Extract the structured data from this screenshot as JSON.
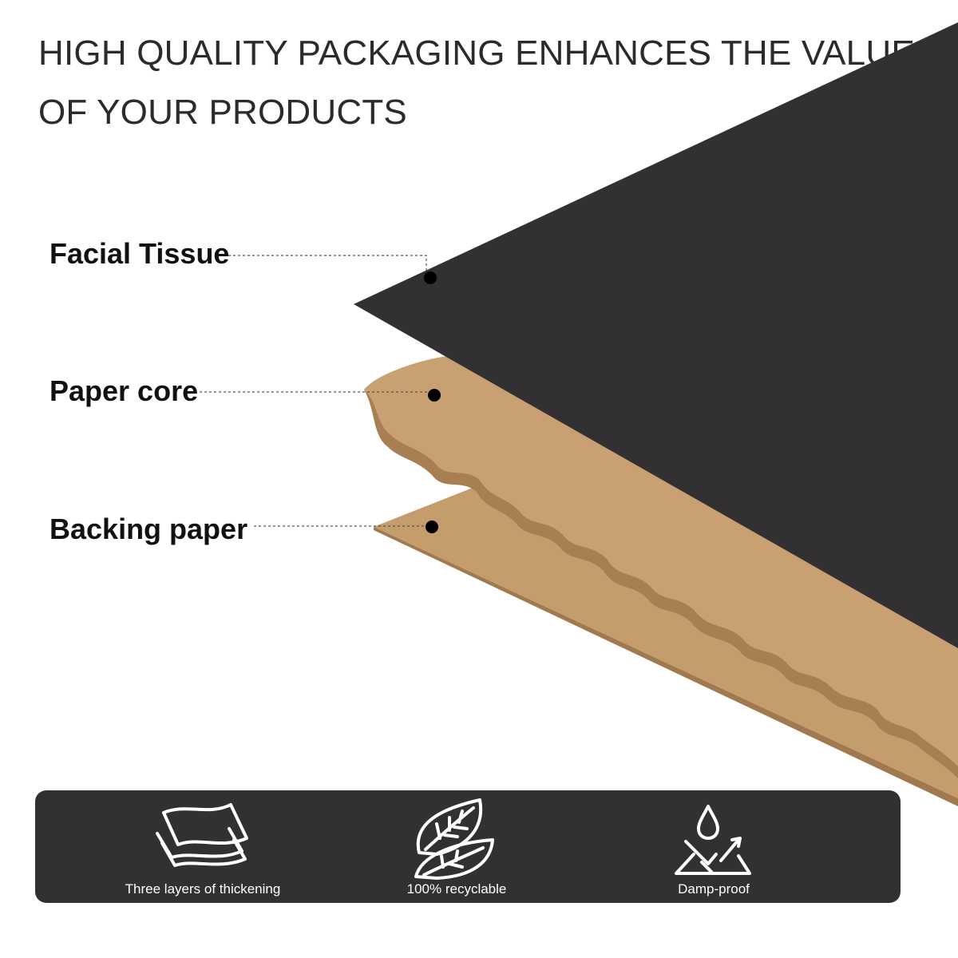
{
  "headline": "HIGH QUALITY PACKAGING ENHANCES THE VALUE OF YOUR PRODUCTS",
  "layers": {
    "facial_tissue": "Facial Tissue",
    "paper_core": "Paper core",
    "backing_paper": "Backing paper"
  },
  "colors": {
    "facial_tissue": "#323033",
    "kraft": "#c8a072",
    "kraft_shadow": "#a87f52",
    "feature_bar": "#323033"
  },
  "features": [
    {
      "label": "Three layers of thickening",
      "icon": "layered-sheets-icon"
    },
    {
      "label": "100% recyclable",
      "icon": "leaf-icon"
    },
    {
      "label": "Damp-proof",
      "icon": "water-drop-icon"
    }
  ]
}
